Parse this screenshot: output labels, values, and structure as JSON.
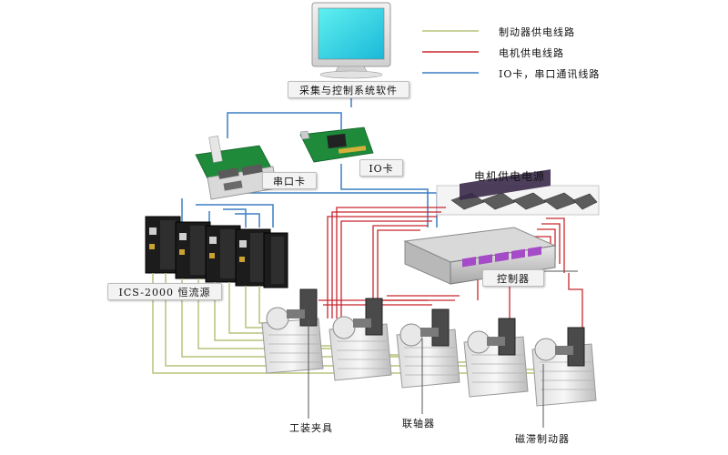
{
  "legend": {
    "brake_power": {
      "label": "制动器供电线路",
      "color": "#b7c37a"
    },
    "motor_power": {
      "label": "电机供电线路",
      "color": "#c8262c"
    },
    "io_serial": {
      "label": "IO卡，串口通讯线路",
      "color": "#3b7fc4"
    }
  },
  "nodes": {
    "software": "采集与控制系统软件",
    "serial_card": "串口卡",
    "io_card": "IO卡",
    "motor_power_supply": "电机供电电源",
    "controller": "控制器",
    "current_source": "ICS-2000 恒流源",
    "fixture": "工装夹具",
    "coupling": "联轴器",
    "brake": "磁滞制动器"
  }
}
